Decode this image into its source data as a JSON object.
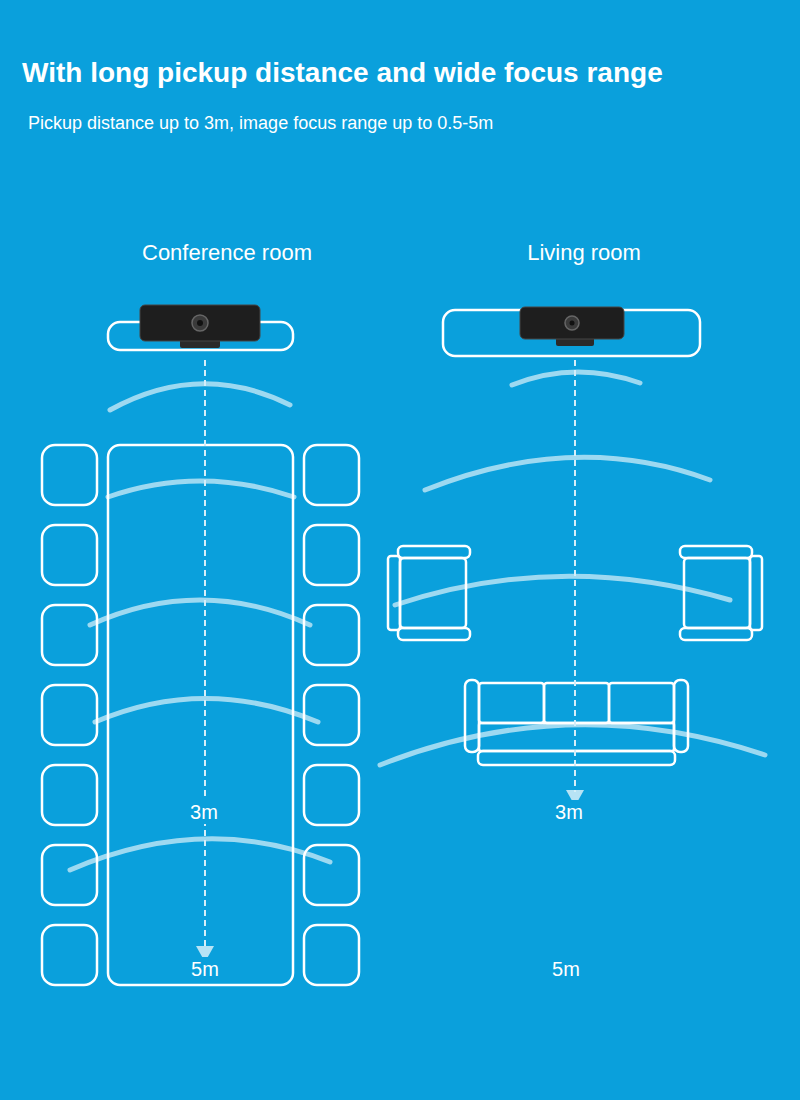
{
  "diagram": {
    "title": "With long pickup distance and wide focus range",
    "labels": [
      "Pickup distance up to 3m, image focus range up to 0.5-5m",
      "Conference room",
      "Living room",
      "3m",
      "5m",
      "3m",
      "5m"
    ]
  }
}
